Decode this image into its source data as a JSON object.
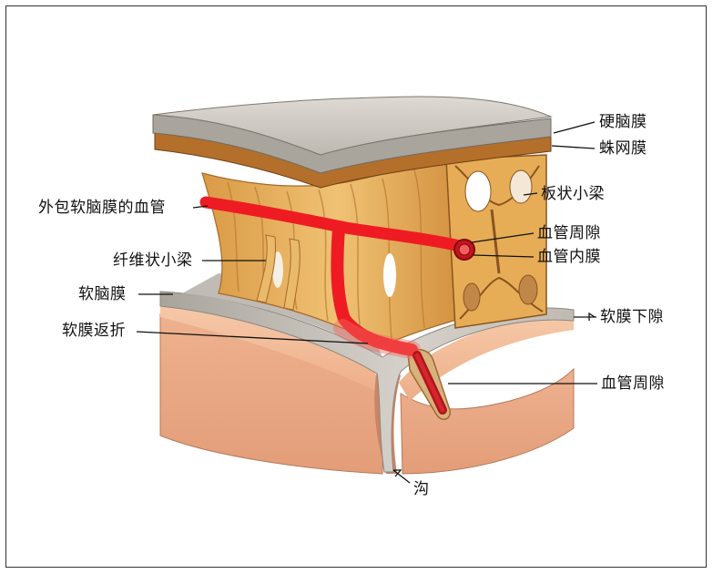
{
  "labels": {
    "dura": "硬脑膜",
    "arachnoid": "蛛网膜",
    "plate_trabeculae": "板状小梁",
    "pia_covered_vessel": "外包软脑膜的血管",
    "perivascular_space_top": "血管周隙",
    "vessel_intima": "血管内膜",
    "fibrous_trabeculae": "纤维状小梁",
    "pia_mater": "软脑膜",
    "subpial_space": "软膜下隙",
    "pia_reflection": "软膜返折",
    "perivascular_space_bottom": "血管周隙",
    "sulcus": "沟"
  },
  "colors": {
    "vessel": "#ef1b23",
    "dura": "#c9c5be",
    "arachnoid": "#b8742e",
    "trabeculae": "#e7b461",
    "cortex": "#f0b592",
    "pia": "#c8c3bc"
  }
}
